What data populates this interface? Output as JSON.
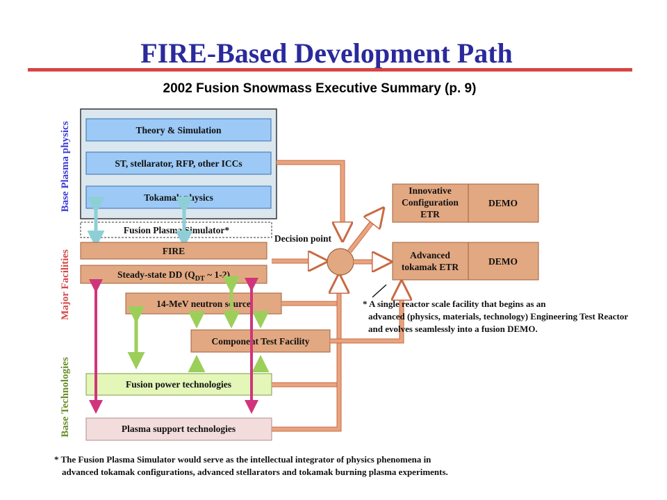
{
  "title": "FIRE-Based Development Path",
  "subtitle": "2002 Fusion Snowmass Executive Summary (p. 9)",
  "side_labels": {
    "base_plasma": "Base Plasma physics",
    "major_facilities": "Major Facilities",
    "base_technologies": "Base Technologies"
  },
  "boxes": {
    "theory": "Theory & Simulation",
    "icc": "ST, stellarator, RFP, other ICCs",
    "tokamak": "Tokamak physics",
    "simulator": "Fusion Plasma Simulator*",
    "fire": "FIRE",
    "steady_main": "Steady-state DD (Q",
    "steady_sub": "DT",
    "steady_end": " ~ 1-2)",
    "neutron": "14-MeV neutron source",
    "ctf": "Component Test Facility",
    "fusion_power": "Fusion power technologies",
    "plasma_support": "Plasma support technologies",
    "ice_line1": "Innovative",
    "ice_line2": "Configuration",
    "ice_line3": "ETR",
    "ice_demo": "DEMO",
    "ate_line1": "Advanced",
    "ate_line2": "tokamak ETR",
    "ate_demo": "DEMO"
  },
  "decision_point": "Decision point",
  "note_right": [
    "*  A single reactor scale facility that begins as an",
    "advanced (physics, materials, technology) Engineering Test Reactor",
    "and  evolves seamlessly into a fusion DEMO."
  ],
  "footnote": [
    "* The Fusion Plasma Simulator would serve as the intellectual integrator of physics phenomena in",
    "advanced tokamak configurations, advanced stellarators and tokamak burning plasma experiments."
  ],
  "colors": {
    "title": "#2a2a9c",
    "rule": "#d64545",
    "blue_box": "#9cc9f5",
    "panel": "#dbe7ee",
    "orange_box": "#e2a882",
    "orange_arrow": "#e8a47e",
    "green_box": "#e4f6b8",
    "pink_box": "#f3dcdc",
    "magenta": "#d0357b",
    "green_arrow": "#9ccf5a",
    "cyan_arrow": "#8ecfd6",
    "side_blue": "#3b3bd6",
    "side_red": "#d24a4a",
    "side_green": "#6a8e2a"
  }
}
